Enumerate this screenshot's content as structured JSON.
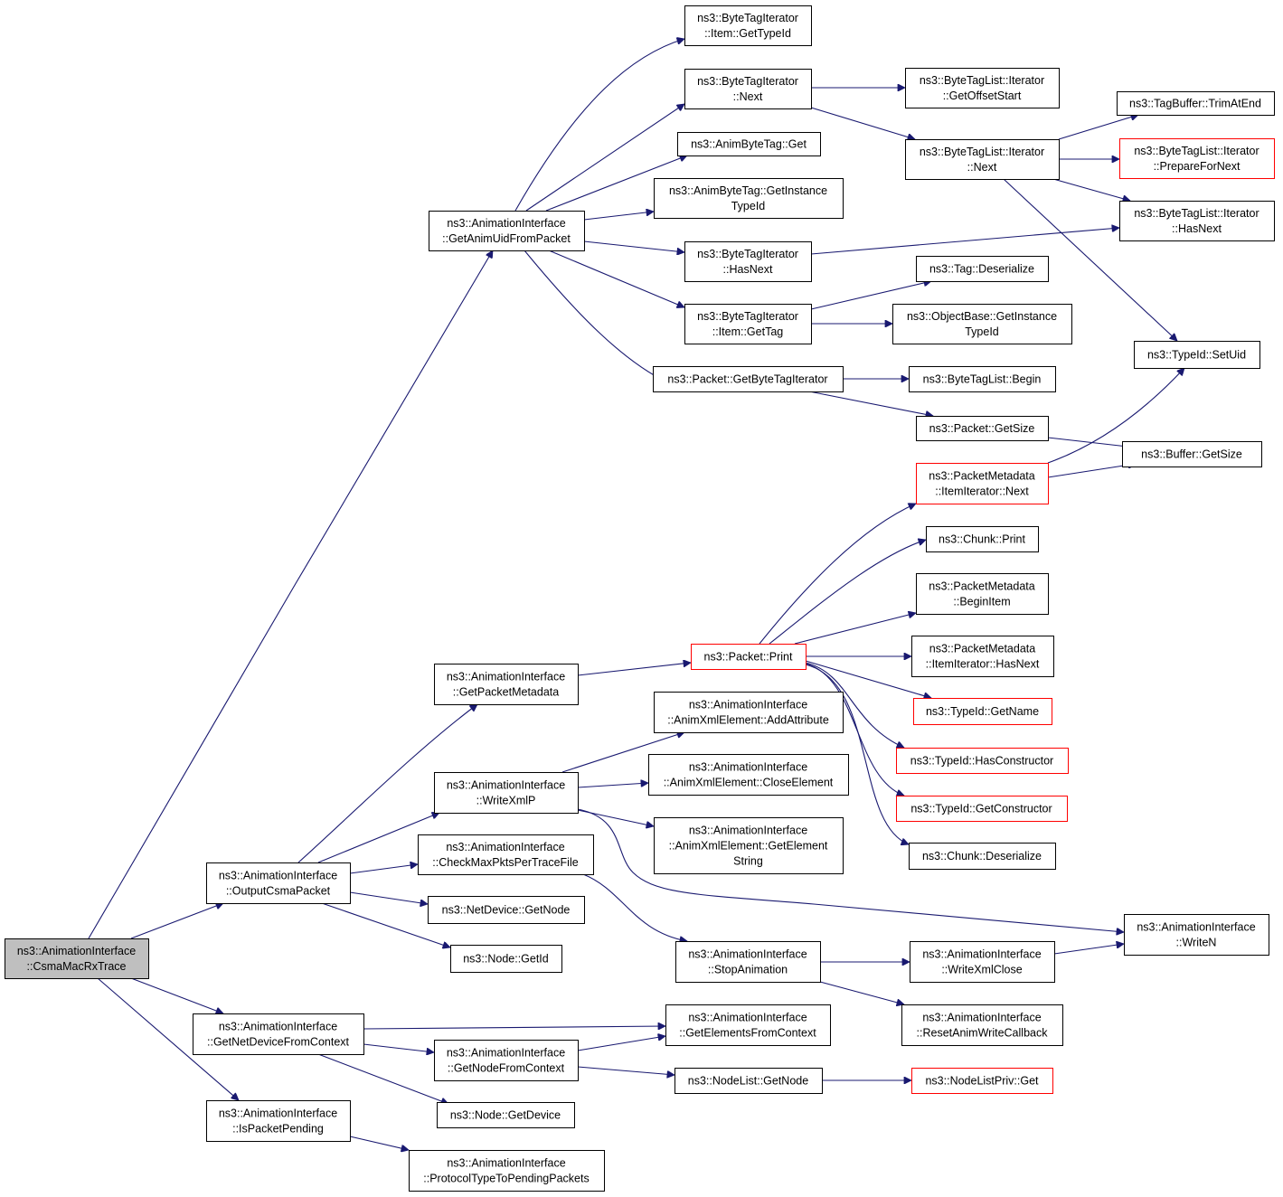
{
  "colors": {
    "edge": "#191970",
    "border": "#000000",
    "truncated_border": "#ff0000",
    "root_fill": "#bfbfbf",
    "node_fill": "#ffffff"
  },
  "nodes": [
    {
      "id": "csmamacrxtrace",
      "lines": [
        "ns3::AnimationInterface",
        "::CsmaMacRxTrace"
      ],
      "root": true
    },
    {
      "id": "getanimuidfrompacket",
      "lines": [
        "ns3::AnimationInterface",
        "::GetAnimUidFromPacket"
      ]
    },
    {
      "id": "bti-item-gettypeid",
      "lines": [
        "ns3::ByteTagIterator",
        "::Item::GetTypeId"
      ]
    },
    {
      "id": "bti-next",
      "lines": [
        "ns3::ByteTagIterator",
        "::Next"
      ]
    },
    {
      "id": "animbytetag-get",
      "lines": [
        "ns3::AnimByteTag::Get"
      ]
    },
    {
      "id": "animbytetag-getinstancetypeid",
      "lines": [
        "ns3::AnimByteTag::GetInstance",
        "TypeId"
      ]
    },
    {
      "id": "bti-hasnext",
      "lines": [
        "ns3::ByteTagIterator",
        "::HasNext"
      ]
    },
    {
      "id": "bti-item-gettag",
      "lines": [
        "ns3::ByteTagIterator",
        "::Item::GetTag"
      ]
    },
    {
      "id": "packet-getbytetagiterator",
      "lines": [
        "ns3::Packet::GetByteTagIterator"
      ]
    },
    {
      "id": "btl-it-getoffsetstart",
      "lines": [
        "ns3::ByteTagList::Iterator",
        "::GetOffsetStart"
      ]
    },
    {
      "id": "btl-it-next",
      "lines": [
        "ns3::ByteTagList::Iterator",
        "::Next"
      ]
    },
    {
      "id": "tagbuffer-trimatend",
      "lines": [
        "ns3::TagBuffer::TrimAtEnd"
      ]
    },
    {
      "id": "btl-it-preparefornext",
      "lines": [
        "ns3::ByteTagList::Iterator",
        "::PrepareForNext"
      ],
      "truncated": true
    },
    {
      "id": "btl-it-hasnext",
      "lines": [
        "ns3::ByteTagList::Iterator",
        "::HasNext"
      ]
    },
    {
      "id": "tag-deserialize",
      "lines": [
        "ns3::Tag::Deserialize"
      ]
    },
    {
      "id": "objectbase-getinstancetypeid",
      "lines": [
        "ns3::ObjectBase::GetInstance",
        "TypeId"
      ]
    },
    {
      "id": "typeid-setuid",
      "lines": [
        "ns3::TypeId::SetUid"
      ]
    },
    {
      "id": "btl-begin",
      "lines": [
        "ns3::ByteTagList::Begin"
      ]
    },
    {
      "id": "packet-getsize",
      "lines": [
        "ns3::Packet::GetSize"
      ]
    },
    {
      "id": "buffer-getsize",
      "lines": [
        "ns3::Buffer::GetSize"
      ]
    },
    {
      "id": "pm-itemiterator-next",
      "lines": [
        "ns3::PacketMetadata",
        "::ItemIterator::Next"
      ],
      "truncated": true
    },
    {
      "id": "chunk-print",
      "lines": [
        "ns3::Chunk::Print"
      ]
    },
    {
      "id": "pm-beginitem",
      "lines": [
        "ns3::PacketMetadata",
        "::BeginItem"
      ]
    },
    {
      "id": "packet-print",
      "lines": [
        "ns3::Packet::Print"
      ],
      "truncated": true
    },
    {
      "id": "pm-itemiterator-hasnext",
      "lines": [
        "ns3::PacketMetadata",
        "::ItemIterator::HasNext"
      ]
    },
    {
      "id": "typeid-getname",
      "lines": [
        "ns3::TypeId::GetName"
      ],
      "truncated": true
    },
    {
      "id": "typeid-hasconstructor",
      "lines": [
        "ns3::TypeId::HasConstructor"
      ],
      "truncated": true
    },
    {
      "id": "typeid-getconstructor",
      "lines": [
        "ns3::TypeId::GetConstructor"
      ],
      "truncated": true
    },
    {
      "id": "chunk-deserialize",
      "lines": [
        "ns3::Chunk::Deserialize"
      ]
    },
    {
      "id": "getpacketmetadata",
      "lines": [
        "ns3::AnimationInterface",
        "::GetPacketMetadata"
      ]
    },
    {
      "id": "animxml-addattribute",
      "lines": [
        "ns3::AnimationInterface",
        "::AnimXmlElement::AddAttribute"
      ]
    },
    {
      "id": "writexmlp",
      "lines": [
        "ns3::AnimationInterface",
        "::WriteXmlP"
      ]
    },
    {
      "id": "animxml-closeelement",
      "lines": [
        "ns3::AnimationInterface",
        "::AnimXmlElement::CloseElement"
      ]
    },
    {
      "id": "animxml-getelementstring",
      "lines": [
        "ns3::AnimationInterface",
        "::AnimXmlElement::GetElement",
        "String"
      ]
    },
    {
      "id": "checkmaxpktspertracefile",
      "lines": [
        "ns3::AnimationInterface",
        "::CheckMaxPktsPerTraceFile"
      ]
    },
    {
      "id": "outputcsmapacket",
      "lines": [
        "ns3::AnimationInterface",
        "::OutputCsmaPacket"
      ]
    },
    {
      "id": "netdevice-getnode",
      "lines": [
        "ns3::NetDevice::GetNode"
      ]
    },
    {
      "id": "node-getid",
      "lines": [
        "ns3::Node::GetId"
      ]
    },
    {
      "id": "writen",
      "lines": [
        "ns3::AnimationInterface",
        "::WriteN"
      ]
    },
    {
      "id": "stopanimation",
      "lines": [
        "ns3::AnimationInterface",
        "::StopAnimation"
      ]
    },
    {
      "id": "writexmlclose",
      "lines": [
        "ns3::AnimationInterface",
        "::WriteXmlClose"
      ]
    },
    {
      "id": "resetanimwritecallback",
      "lines": [
        "ns3::AnimationInterface",
        "::ResetAnimWriteCallback"
      ]
    },
    {
      "id": "getnetdevicefromcontext",
      "lines": [
        "ns3::AnimationInterface",
        "::GetNetDeviceFromContext"
      ]
    },
    {
      "id": "getelementsfromcontext",
      "lines": [
        "ns3::AnimationInterface",
        "::GetElementsFromContext"
      ]
    },
    {
      "id": "getnodefromcontext",
      "lines": [
        "ns3::AnimationInterface",
        "::GetNodeFromContext"
      ]
    },
    {
      "id": "nodelist-getnode",
      "lines": [
        "ns3::NodeList::GetNode"
      ]
    },
    {
      "id": "nodelistpriv-get",
      "lines": [
        "ns3::NodeListPriv::Get"
      ],
      "truncated": true
    },
    {
      "id": "node-getdevice",
      "lines": [
        "ns3::Node::GetDevice"
      ]
    },
    {
      "id": "ispacketpending",
      "lines": [
        "ns3::AnimationInterface",
        "::IsPacketPending"
      ]
    },
    {
      "id": "protocoltypetopendingpackets",
      "lines": [
        "ns3::AnimationInterface",
        "::ProtocolTypeToPendingPackets"
      ]
    }
  ],
  "edges": [
    [
      "csmamacrxtrace",
      "getanimuidfrompacket"
    ],
    [
      "csmamacrxtrace",
      "outputcsmapacket"
    ],
    [
      "csmamacrxtrace",
      "getnetdevicefromcontext"
    ],
    [
      "csmamacrxtrace",
      "ispacketpending"
    ],
    [
      "getanimuidfrompacket",
      "bti-item-gettypeid"
    ],
    [
      "getanimuidfrompacket",
      "bti-next"
    ],
    [
      "getanimuidfrompacket",
      "animbytetag-get"
    ],
    [
      "getanimuidfrompacket",
      "animbytetag-getinstancetypeid"
    ],
    [
      "getanimuidfrompacket",
      "bti-hasnext"
    ],
    [
      "getanimuidfrompacket",
      "bti-item-gettag"
    ],
    [
      "getanimuidfrompacket",
      "packet-getbytetagiterator"
    ],
    [
      "bti-next",
      "btl-it-getoffsetstart"
    ],
    [
      "bti-next",
      "btl-it-next"
    ],
    [
      "btl-it-next",
      "tagbuffer-trimatend"
    ],
    [
      "btl-it-next",
      "btl-it-preparefornext"
    ],
    [
      "btl-it-next",
      "btl-it-hasnext"
    ],
    [
      "btl-it-next",
      "typeid-setuid"
    ],
    [
      "bti-hasnext",
      "btl-it-hasnext"
    ],
    [
      "bti-item-gettag",
      "tag-deserialize"
    ],
    [
      "bti-item-gettag",
      "objectbase-getinstancetypeid"
    ],
    [
      "packet-getbytetagiterator",
      "btl-begin"
    ],
    [
      "packet-getbytetagiterator",
      "packet-getsize"
    ],
    [
      "packet-getsize",
      "buffer-getsize"
    ],
    [
      "pm-itemiterator-next",
      "typeid-setuid"
    ],
    [
      "pm-itemiterator-next",
      "buffer-getsize"
    ],
    [
      "outputcsmapacket",
      "getpacketmetadata"
    ],
    [
      "outputcsmapacket",
      "writexmlp"
    ],
    [
      "outputcsmapacket",
      "checkmaxpktspertracefile"
    ],
    [
      "outputcsmapacket",
      "netdevice-getnode"
    ],
    [
      "outputcsmapacket",
      "node-getid"
    ],
    [
      "getpacketmetadata",
      "packet-print"
    ],
    [
      "packet-print",
      "pm-itemiterator-next"
    ],
    [
      "packet-print",
      "chunk-print"
    ],
    [
      "packet-print",
      "pm-beginitem"
    ],
    [
      "packet-print",
      "pm-itemiterator-hasnext"
    ],
    [
      "packet-print",
      "typeid-getname"
    ],
    [
      "packet-print",
      "typeid-hasconstructor"
    ],
    [
      "packet-print",
      "typeid-getconstructor"
    ],
    [
      "packet-print",
      "chunk-deserialize"
    ],
    [
      "writexmlp",
      "animxml-addattribute"
    ],
    [
      "writexmlp",
      "animxml-closeelement"
    ],
    [
      "writexmlp",
      "animxml-getelementstring"
    ],
    [
      "writexmlp",
      "writen"
    ],
    [
      "checkmaxpktspertracefile",
      "stopanimation"
    ],
    [
      "stopanimation",
      "writexmlclose"
    ],
    [
      "stopanimation",
      "resetanimwritecallback"
    ],
    [
      "writexmlclose",
      "writen"
    ],
    [
      "getnetdevicefromcontext",
      "getelementsfromcontext"
    ],
    [
      "getnetdevicefromcontext",
      "getnodefromcontext"
    ],
    [
      "getnetdevicefromcontext",
      "node-getdevice"
    ],
    [
      "getnodefromcontext",
      "getelementsfromcontext"
    ],
    [
      "getnodefromcontext",
      "nodelist-getnode"
    ],
    [
      "nodelist-getnode",
      "nodelistpriv-get"
    ],
    [
      "ispacketpending",
      "protocoltypetopendingpackets"
    ]
  ]
}
